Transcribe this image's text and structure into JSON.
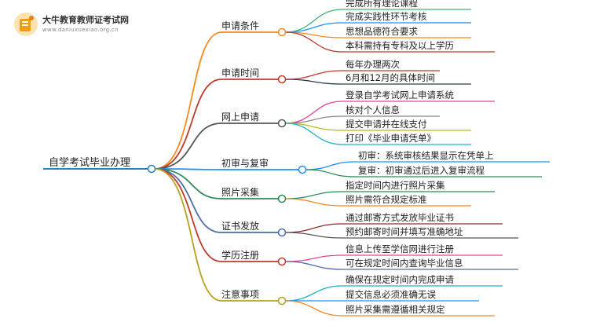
{
  "logo": {
    "title": "大牛教育教师证考试网",
    "url": "www.daniuxuexiao.org.cn"
  },
  "root": {
    "label": "自学考试毕业办理"
  },
  "branches": [
    {
      "label": "申请条件",
      "color": "#f6891f",
      "leaves": [
        {
          "label": "完成所有理论课程",
          "color": "#3cb371"
        },
        {
          "label": "完成实践性环节考核",
          "color": "#1e90ff"
        },
        {
          "label": "思想品德符合要求",
          "color": "#f6891f"
        },
        {
          "label": "本科需持有专科及以上学历",
          "color": "#c0392b"
        }
      ]
    },
    {
      "label": "申请时间",
      "color": "#c0392b",
      "leaves": [
        {
          "label": "每年办理两次",
          "color": "#c0392b"
        },
        {
          "label": "6月和12月的具体时间",
          "color": "#2c3e50"
        }
      ]
    },
    {
      "label": "网上申请",
      "color": "#555555",
      "leaves": [
        {
          "label": "登录自学考试网上申请系统",
          "color": "#e84393"
        },
        {
          "label": "核对个人信息",
          "color": "#888888"
        },
        {
          "label": "提交申请并在线支付",
          "color": "#b8b820"
        },
        {
          "label": "打印《毕业申请凭单》",
          "color": "#1ab3c8"
        }
      ]
    },
    {
      "label": "初审与复审",
      "color": "#1e90ff",
      "leaves": [
        {
          "label": "初审：系统审核结果显示在凭单上",
          "color": "#1e90ff"
        },
        {
          "label": "复审：初审通过后进入复审流程",
          "color": "#2e8b57"
        }
      ]
    },
    {
      "label": "照片采集",
      "color": "#2e8b57",
      "leaves": [
        {
          "label": "指定时间内进行照片采集",
          "color": "#2e8b57"
        },
        {
          "label": "照片需符合规定标准",
          "color": "#f6891f"
        }
      ]
    },
    {
      "label": "证书发放",
      "color": "#4a6fa5",
      "leaves": [
        {
          "label": "通过邮寄方式发放毕业证书",
          "color": "#8e2b2b"
        },
        {
          "label": "预约邮寄时间并填写准确地址",
          "color": "#555555"
        }
      ]
    },
    {
      "label": "学历注册",
      "color": "#c0392b",
      "leaves": [
        {
          "label": "信息上传至学信网进行注册",
          "color": "#e84393"
        },
        {
          "label": "可在规定时间内查询毕业信息",
          "color": "#4a6fa5"
        }
      ]
    },
    {
      "label": "注意事项",
      "color": "#b8a020",
      "leaves": [
        {
          "label": "确保在规定时间内完成申请",
          "color": "#1ab3c8"
        },
        {
          "label": "提交信息必须准确无误",
          "color": "#1e90ff"
        },
        {
          "label": "照片采集需遵循相关规定",
          "color": "#f6891f"
        }
      ]
    }
  ]
}
